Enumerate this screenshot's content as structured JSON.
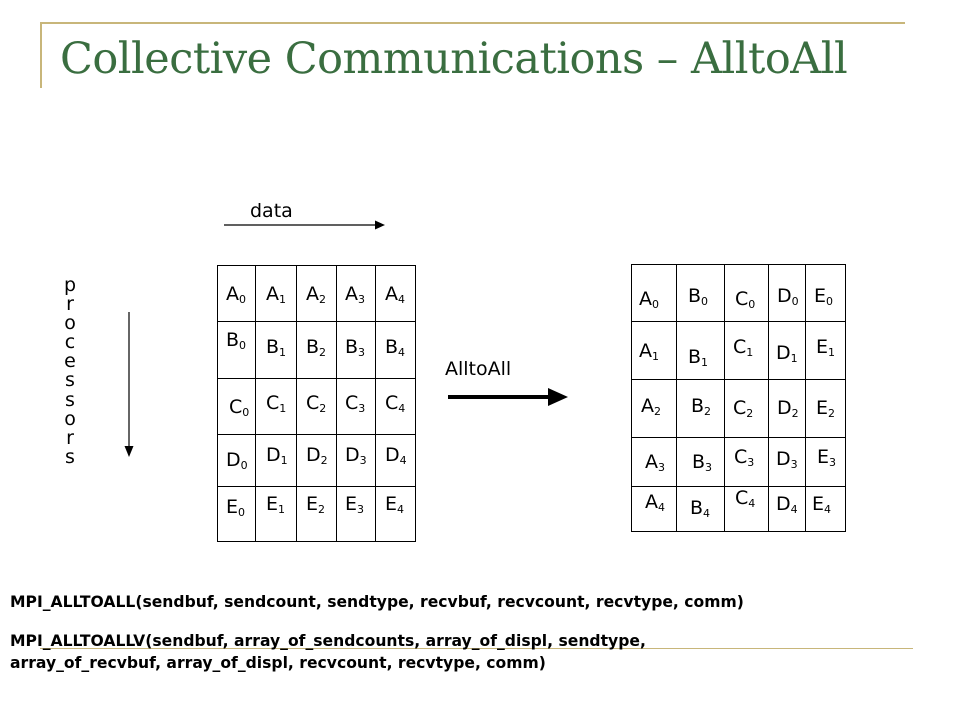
{
  "title": "Collective Communications – AlltoAll",
  "axis_labels": {
    "data": "data",
    "processors": "processors"
  },
  "operation_label": "AlltoAll",
  "send_grid": [
    [
      {
        "l": "A",
        "s": "0"
      },
      {
        "l": "A",
        "s": "1"
      },
      {
        "l": "A",
        "s": "2"
      },
      {
        "l": "A",
        "s": "3"
      },
      {
        "l": "A",
        "s": "4"
      }
    ],
    [
      {
        "l": "B",
        "s": "0"
      },
      {
        "l": "B",
        "s": "1"
      },
      {
        "l": "B",
        "s": "2"
      },
      {
        "l": "B",
        "s": "3"
      },
      {
        "l": "B",
        "s": "4"
      }
    ],
    [
      {
        "l": "C",
        "s": "0"
      },
      {
        "l": "C",
        "s": "1"
      },
      {
        "l": "C",
        "s": "2"
      },
      {
        "l": "C",
        "s": "3"
      },
      {
        "l": "C",
        "s": "4"
      }
    ],
    [
      {
        "l": "D",
        "s": "0"
      },
      {
        "l": "D",
        "s": "1"
      },
      {
        "l": "D",
        "s": "2"
      },
      {
        "l": "D",
        "s": "3"
      },
      {
        "l": "D",
        "s": "4"
      }
    ],
    [
      {
        "l": "E",
        "s": "0"
      },
      {
        "l": "E",
        "s": "1"
      },
      {
        "l": "E",
        "s": "2"
      },
      {
        "l": "E",
        "s": "3"
      },
      {
        "l": "E",
        "s": "4"
      }
    ]
  ],
  "recv_grid": [
    [
      {
        "l": "A",
        "s": "0"
      },
      {
        "l": "B",
        "s": "0"
      },
      {
        "l": "C",
        "s": "0"
      },
      {
        "l": "D",
        "s": "0"
      },
      {
        "l": "E",
        "s": "0"
      }
    ],
    [
      {
        "l": "A",
        "s": "1"
      },
      {
        "l": "B",
        "s": "1"
      },
      {
        "l": "C",
        "s": "1"
      },
      {
        "l": "D",
        "s": "1"
      },
      {
        "l": "E",
        "s": "1"
      }
    ],
    [
      {
        "l": "A",
        "s": "2"
      },
      {
        "l": "B",
        "s": "2"
      },
      {
        "l": "C",
        "s": "2"
      },
      {
        "l": "D",
        "s": "2"
      },
      {
        "l": "E",
        "s": "2"
      }
    ],
    [
      {
        "l": "A",
        "s": "3"
      },
      {
        "l": "B",
        "s": "3"
      },
      {
        "l": "C",
        "s": "3"
      },
      {
        "l": "D",
        "s": "3"
      },
      {
        "l": "E",
        "s": "3"
      }
    ],
    [
      {
        "l": "A",
        "s": "4"
      },
      {
        "l": "B",
        "s": "4"
      },
      {
        "l": "C",
        "s": "4"
      },
      {
        "l": "D",
        "s": "4"
      },
      {
        "l": "E",
        "s": "4"
      }
    ]
  ],
  "code": {
    "alltoall": "MPI_ALLTOALL(sendbuf, sendcount, sendtype, recvbuf, recvcount, recvtype, comm)",
    "alltoallv_line1": "MPI_ALLTOALLV(sendbuf, array_of_sendcounts, array_of_displ, sendtype,",
    "alltoallv_line2": "array_of_recvbuf, array_of_displ, recvcount, recvtype, comm)"
  },
  "colors": {
    "title": "#3a6e40",
    "frame": "#c8b67a"
  }
}
